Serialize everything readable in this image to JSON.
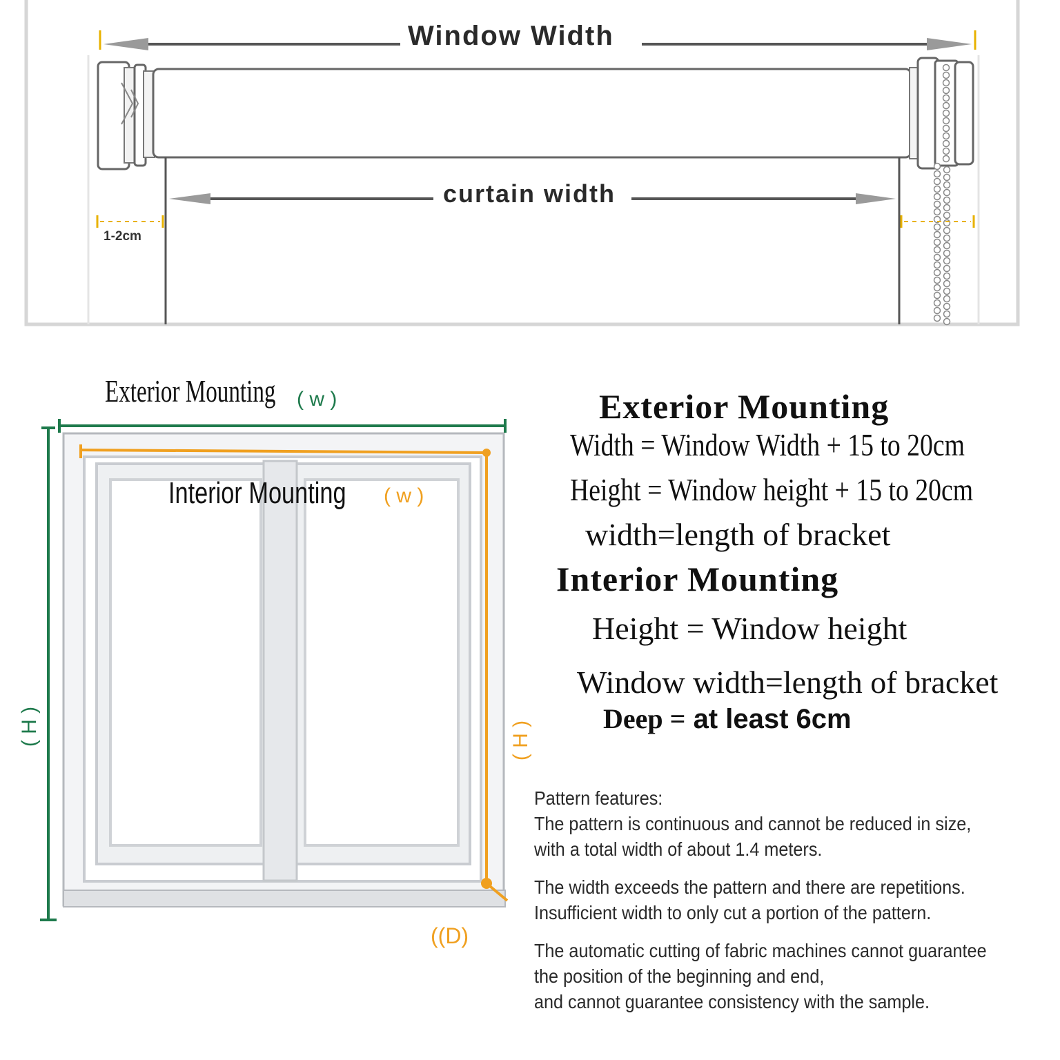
{
  "top_diagram": {
    "window_width_label": "Window Width",
    "curtain_width_label": "curtain width",
    "gap_label": "1-2cm"
  },
  "window_diagram": {
    "exterior_label": "Exterior Mounting",
    "exterior_suffix": "( w )",
    "interior_label": "Interior Mounting",
    "interior_suffix": "( w )",
    "height_left": "( H )",
    "height_right": "( H )",
    "depth_label": "((D)"
  },
  "colors": {
    "exterior_line": "#1e7a4c",
    "interior_line": "#f0a020",
    "frame": "#c9ccd1"
  },
  "instructions": {
    "exterior_heading": "Exterior Mounting",
    "exterior_width": "Width = Window Width + 15 to 20cm",
    "exterior_height": "Height = Window height + 15 to 20cm",
    "exterior_bracket": "width=length of bracket",
    "interior_heading": "Interior Mounting",
    "interior_height": "Height = Window height",
    "interior_bracket": "Window width=length of bracket",
    "deep_label": "Deep =",
    "deep_value": "at least 6cm"
  },
  "notes": {
    "title": "Pattern features:",
    "p1_line1": "The pattern is continuous and cannot be reduced in size,",
    "p1_line2": "with a total width of about 1.4 meters.",
    "p2_line1": "The width exceeds the pattern and there are repetitions.",
    "p2_line2": "Insufficient width to only cut a portion of the pattern.",
    "p3_line1": "The automatic cutting of fabric machines cannot guarantee",
    "p3_line2": "the position of the beginning and end,",
    "p3_line3": "and cannot guarantee consistency with the sample."
  }
}
